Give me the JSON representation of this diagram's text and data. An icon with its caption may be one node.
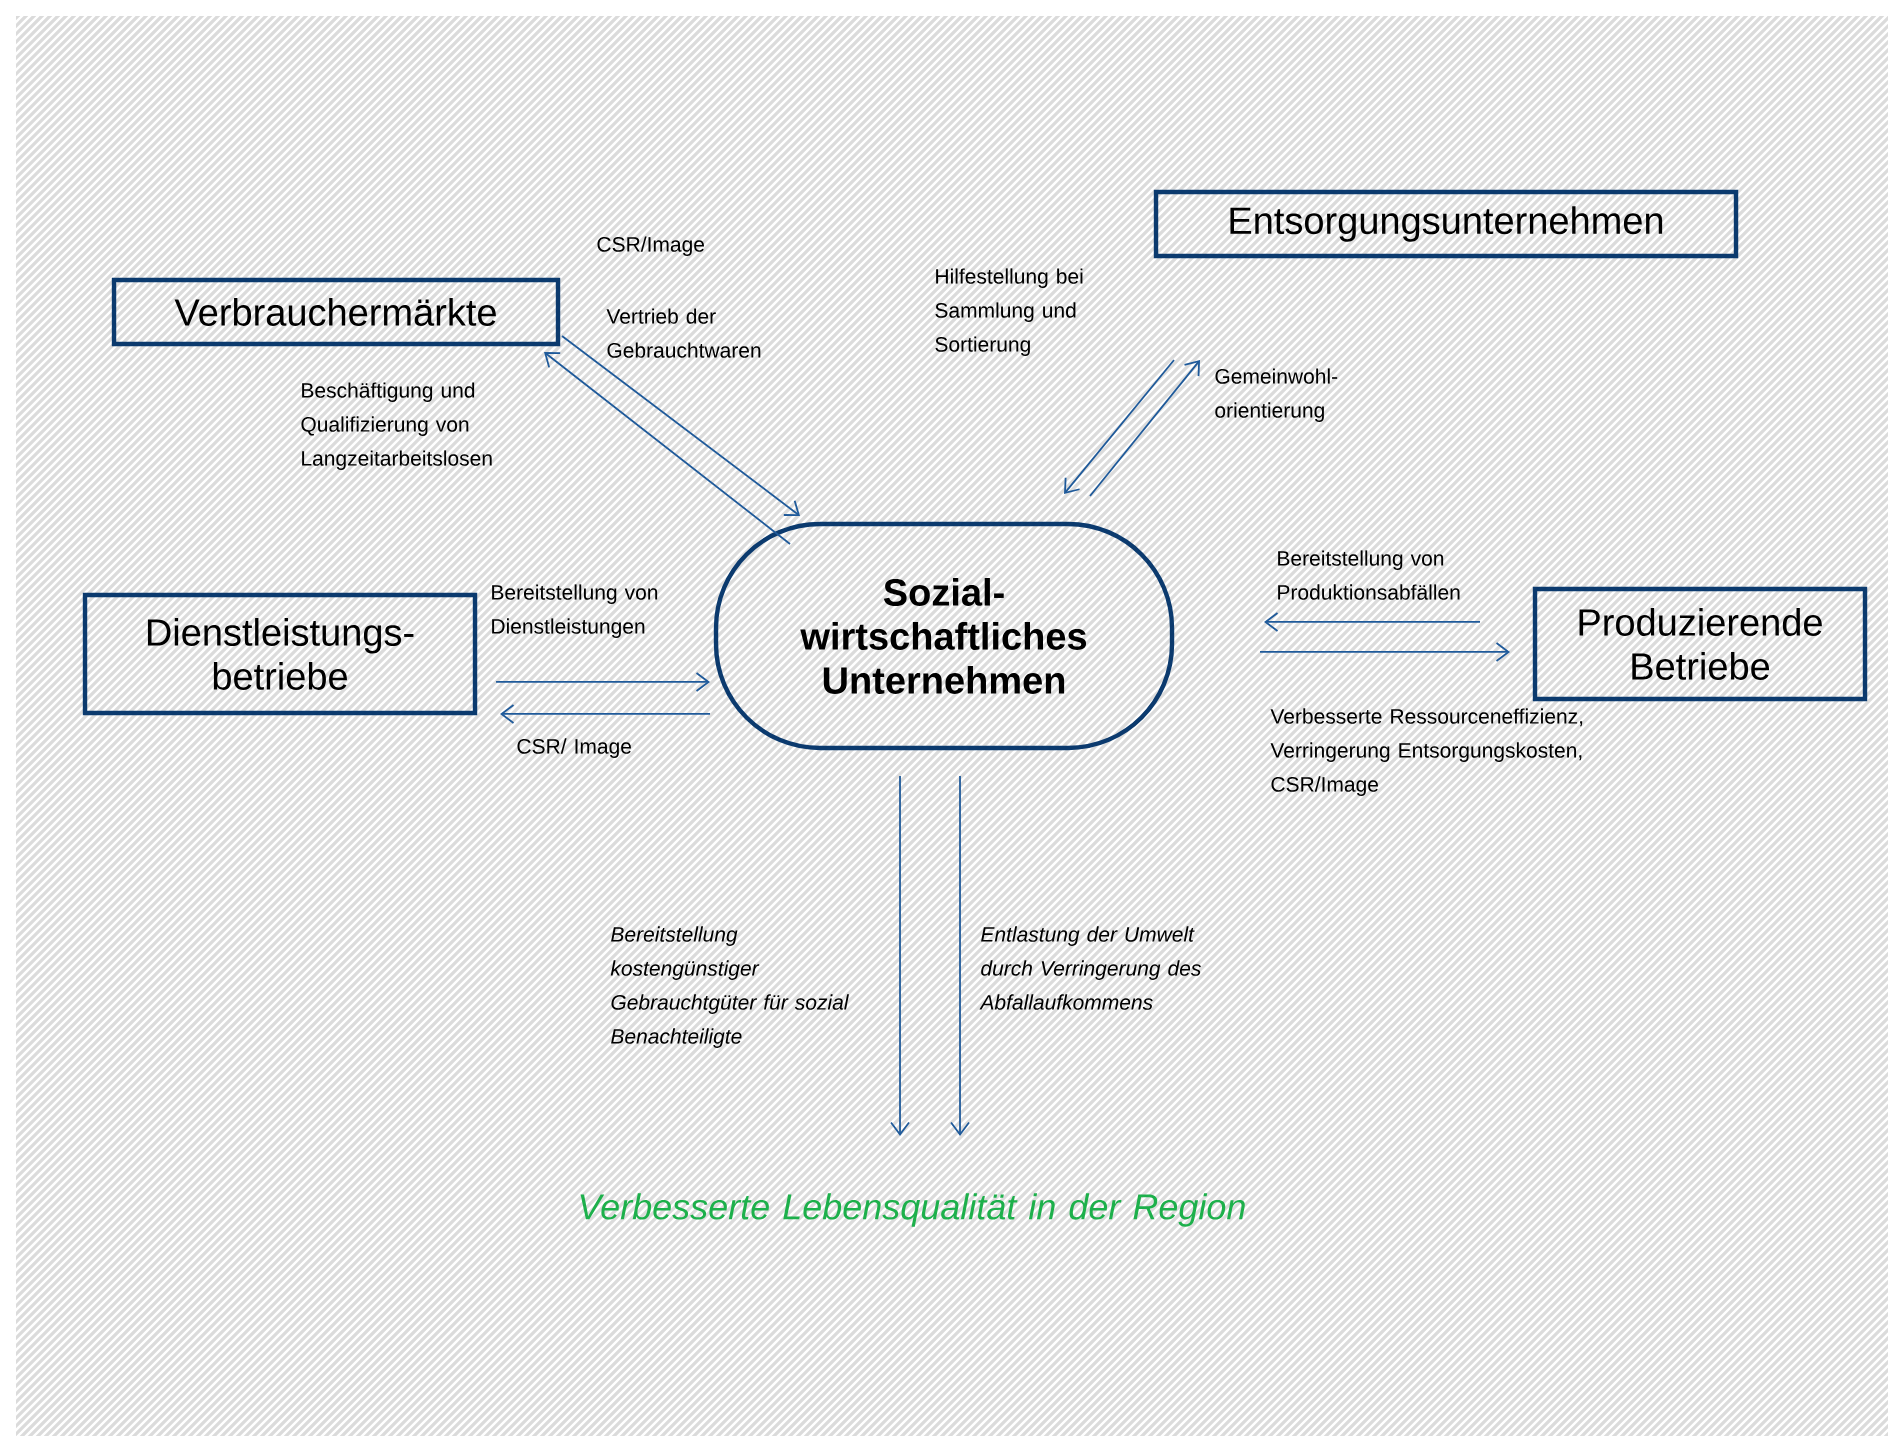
{
  "diagram": {
    "nodes": [
      {
        "text": [
          "Verbrauchermärkte"
        ]
      },
      {
        "text": [
          "Entsorgungsunternehmen"
        ]
      },
      {
        "text": [
          "Dienstleistungs-betriebe"
        ]
      },
      {
        "text": [
          "Sozial-wirtschaftliches Unternehmen"
        ]
      },
      {
        "text": [
          "Produzierende Betriebe"
        ]
      },
      {
        "text": [
          "Verbesserte Lebensqualität in der Region"
        ]
      }
    ],
    "edges": [
      {
        "from": 3,
        "to": 0,
        "arrow": "to"
      },
      {
        "from": 0,
        "to": 3,
        "arrow": "to"
      },
      {
        "from": 1,
        "to": 3,
        "arrow": "to"
      },
      {
        "from": 3,
        "to": 1,
        "arrow": "to"
      },
      {
        "from": 2,
        "to": 3,
        "arrow": "to"
      },
      {
        "from": 3,
        "to": 2,
        "arrow": "to"
      },
      {
        "from": 4,
        "to": 3,
        "arrow": "to"
      },
      {
        "from": 3,
        "to": 4,
        "arrow": "to"
      },
      {
        "from": 3,
        "to": 5,
        "arrow": "to"
      },
      {
        "from": 3,
        "to": 5,
        "arrow": "to"
      }
    ],
    "labels": [
      "CSR/Image",
      "Hilfestellung bei Sammlung und Sortierung",
      "Vertrieb der Gebrauchtwaren",
      "Gemeinwohl-orientierung",
      "Beschäftigung und Qualifizierung von Langzeitarbeitslosen",
      "Bereitstellung von Produktionsabfällen",
      "Bereitstellung von Dienstleistungen",
      "CSR/ Image",
      "Verbesserte Ressourceneffizienz, Verringerung Entsorgungskosten, CSR/Image",
      "Bereitstellung kostengünstiger Gebrauchtgüter für sozial Benachteiligte",
      "Entlastung der Umwelt durch Verringerung des Abfallaufkommens"
    ]
  }
}
